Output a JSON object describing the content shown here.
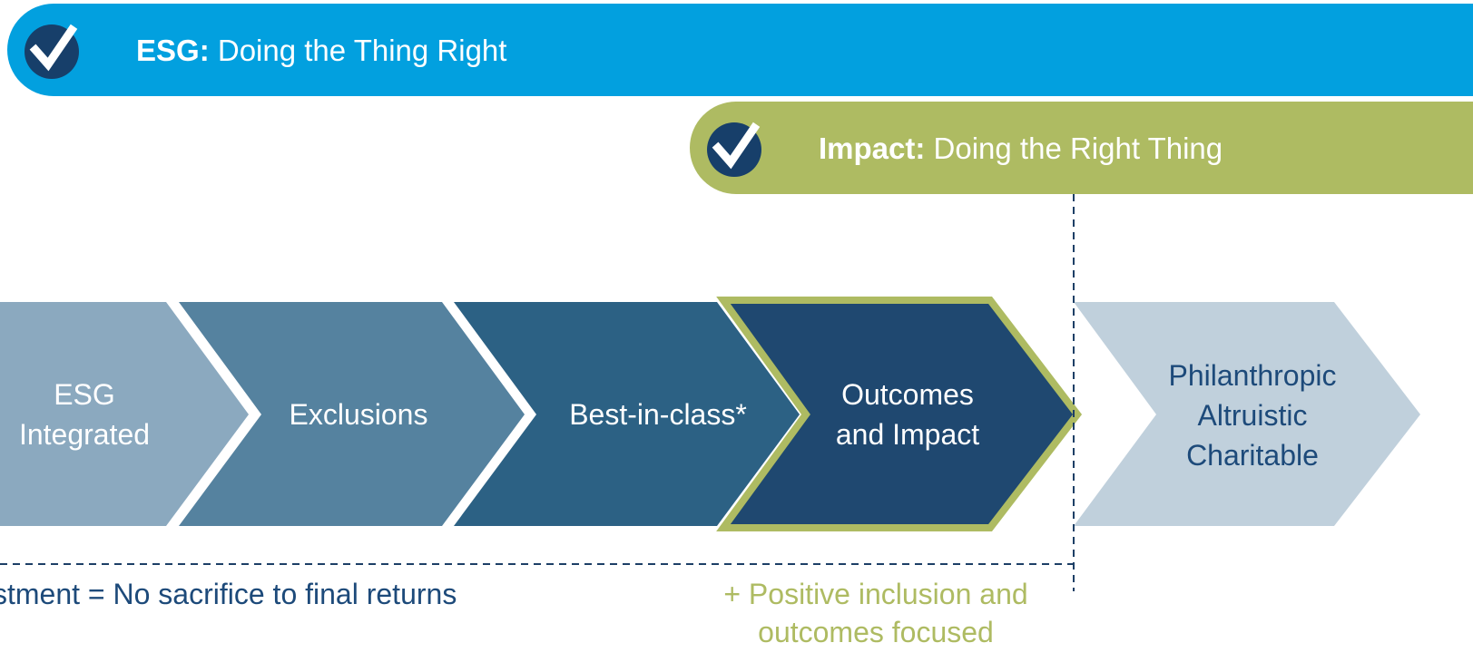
{
  "esg_banner": {
    "bold": "ESG:",
    "text": " Doing the Thing Right"
  },
  "impact_banner": {
    "bold": "Impact:",
    "text": " Doing the Right Thing"
  },
  "stages": [
    {
      "line1": "ESG",
      "line2": "Integrated",
      "color": "#8ba9bf"
    },
    {
      "line1": "Exclusions",
      "color": "#55829f"
    },
    {
      "line1": "Best-in-class*",
      "color": "#2c6184"
    },
    {
      "line1": "Outcomes",
      "line2": "and Impact",
      "color": "#1f4870",
      "outline": "#aebb62"
    },
    {
      "line1": "Philanthropic",
      "line2": "Altruistic",
      "line3": "Charitable",
      "color": "#c0d0dc"
    }
  ],
  "notes": {
    "left": "stment = No sacrifice to final returns",
    "right_line1": "+ Positive inclusion and",
    "right_line2": "outcomes focused"
  },
  "colors": {
    "esg_blue": "#02a0df",
    "impact_green": "#aebb62",
    "navy": "#173f6a",
    "dashed_line": "#1d3f66"
  }
}
